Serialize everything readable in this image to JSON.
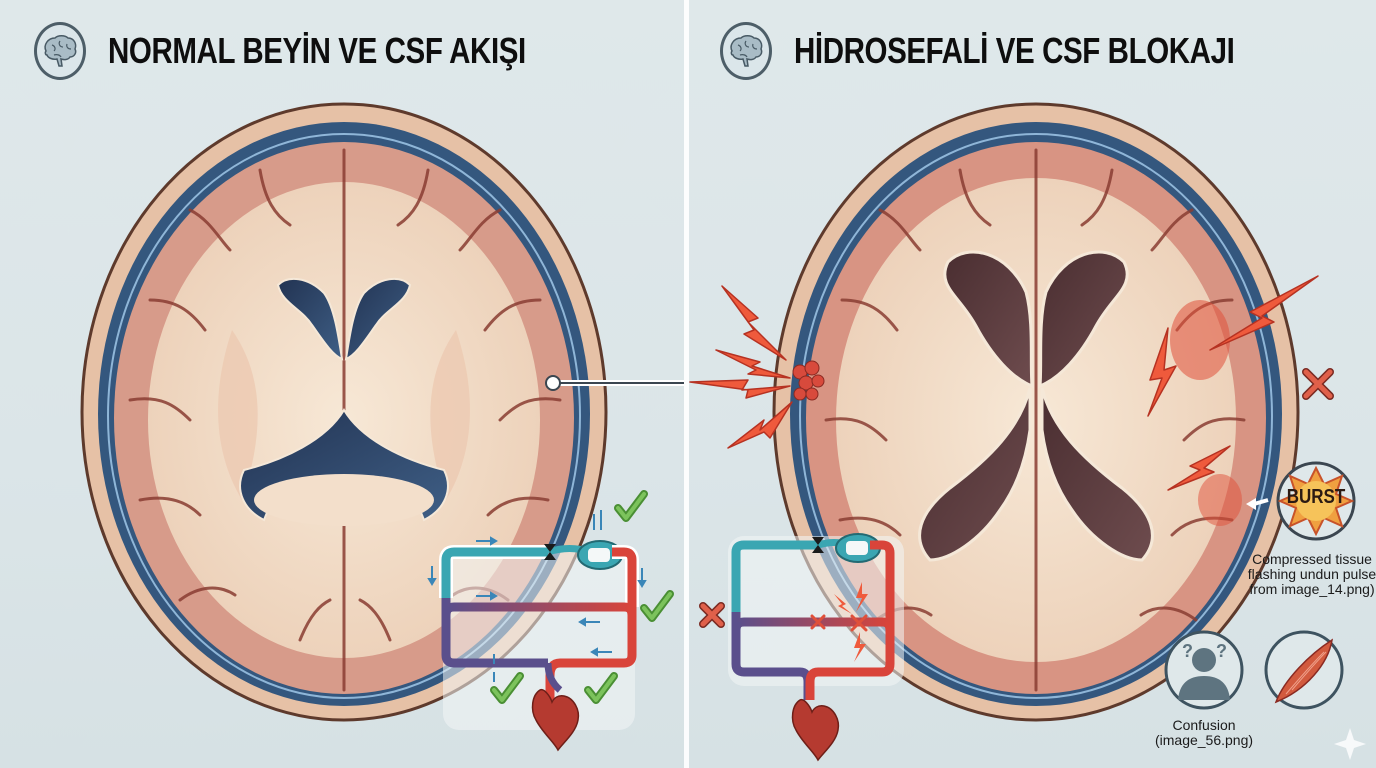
{
  "left_panel": {
    "title": "NORMAL BEYİN VE CSF AKIŞI",
    "icon": "brain-icon",
    "status_marks": [
      "check",
      "check",
      "check",
      "check"
    ],
    "diagram": "csf-circulation-loop-normal"
  },
  "right_panel": {
    "title": "HİDROSEFALİ VE CSF BLOKAJI",
    "icon": "brain-icon",
    "status_marks": [
      "cross",
      "cross"
    ],
    "diagram": "csf-circulation-loop-blocked",
    "burst_badge": {
      "label": "BURST",
      "caption": "Compressed tissue flashing undun pulse from image_14.png)"
    },
    "symptoms": [
      {
        "icon": "confused-person-icon",
        "caption": "Confusion (image_56.png)"
      },
      {
        "icon": "muscle-icon",
        "caption": ""
      }
    ]
  },
  "colors": {
    "background": "#dce6e9",
    "csf_blue": "#3a5d84",
    "ventricle_normal": "#2e4262",
    "ventricle_enlarged": "#5a3b3d",
    "cortex": "#d9a08f",
    "white_matter": "#f4e2cf",
    "skull": "#e8c4aa",
    "alert_red": "#e64a32",
    "check_green": "#5aa844",
    "artery_red": "#d9443a",
    "vein_purple": "#5a4f8c",
    "csf_teal": "#3aa6b2"
  }
}
